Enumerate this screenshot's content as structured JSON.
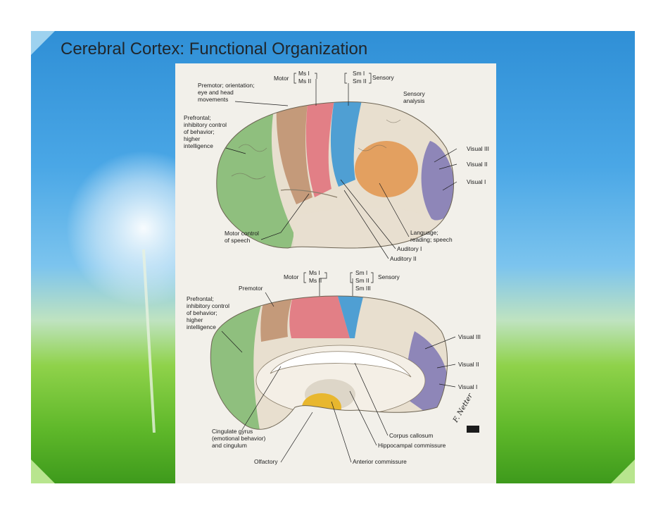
{
  "slide": {
    "title": "Cerebral Cortex: Functional Organization"
  },
  "lateral_view": {
    "motor": "Motor",
    "ms1": "Ms I",
    "ms2": "Ms II",
    "sm1": "Sm I",
    "sm2": "Sm II",
    "sensory": "Sensory",
    "premotor": [
      "Premotor; orientation;",
      "eye and head",
      "movements"
    ],
    "sensory_analysis": [
      "Sensory",
      "analysis"
    ],
    "prefrontal": [
      "Prefrontal;",
      "inhibitory control",
      "of behavior;",
      "higher",
      "intelligence"
    ],
    "visual3": "Visual III",
    "visual2": "Visual II",
    "visual1": "Visual I",
    "motor_speech": [
      "Motor control",
      "of speech"
    ],
    "language": [
      "Language;",
      "reading; speech"
    ],
    "auditory1": "Auditory I",
    "auditory2": "Auditory II"
  },
  "medial_view": {
    "motor": "Motor",
    "ms1": "Ms I",
    "ms2": "Ms II",
    "sm1": "Sm I",
    "sm2": "Sm II",
    "sm3": "Sm III",
    "sensory": "Sensory",
    "premotor": "Premotor",
    "prefrontal": [
      "Prefrontal;",
      "inhibitory control",
      "of behavior;",
      "higher",
      "intelligence"
    ],
    "visual3": "Visual III",
    "visual2": "Visual II",
    "visual1": "Visual I",
    "cingulate": [
      "Cingulate gyrus",
      "(emotional behavior)",
      "and cingulum"
    ],
    "corpus_callosum": "Corpus callosum",
    "hippocampal": "Hippocampal commissure",
    "olfactory": "Olfactory",
    "anterior": "Anterior commissure"
  },
  "colors": {
    "prefrontal": "#8fbf7e",
    "premotor": "#c49a7a",
    "motor": "#e27f86",
    "sensory": "#4f9fd3",
    "association": "#e8dfcf",
    "sensory_analysis": "#e3a060",
    "visual": "#8e86b8",
    "olfactory": "#e8b72e"
  },
  "signature": "F. Netter"
}
